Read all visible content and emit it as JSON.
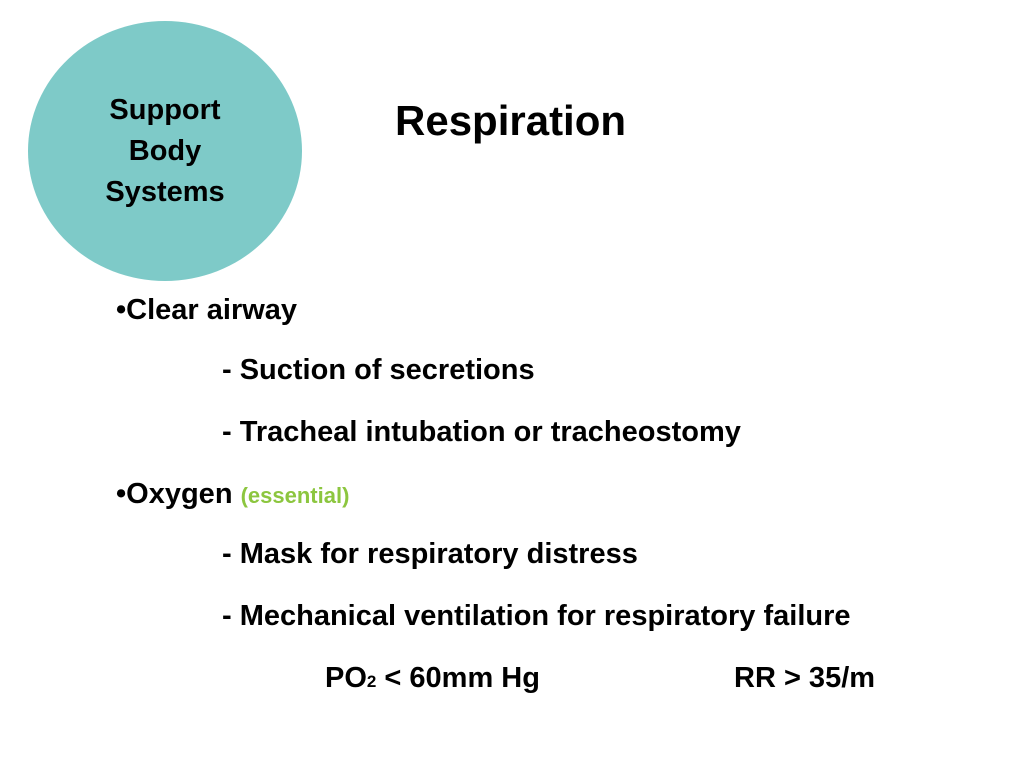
{
  "badge": {
    "line1": "Support",
    "line2": "Body",
    "line3": "Systems",
    "color": "#7ecac8"
  },
  "title": "Respiration",
  "items": {
    "bullet1": {
      "marker": "•",
      "text": "Clear airway"
    },
    "sub1": "- Suction of secretions",
    "sub2": "- Tracheal intubation or tracheostomy",
    "bullet2": {
      "marker": "•",
      "text": "Oxygen",
      "note": "(essential)",
      "note_color": "#8cc63f"
    },
    "sub3": "- Mask for respiratory distress",
    "sub4": "- Mechanical ventilation for respiratory failure"
  },
  "criteria": {
    "po2_label": "PO",
    "po2_subscript": "2",
    "po2_value": " < 60mm Hg",
    "rr": "RR > 35/m"
  }
}
